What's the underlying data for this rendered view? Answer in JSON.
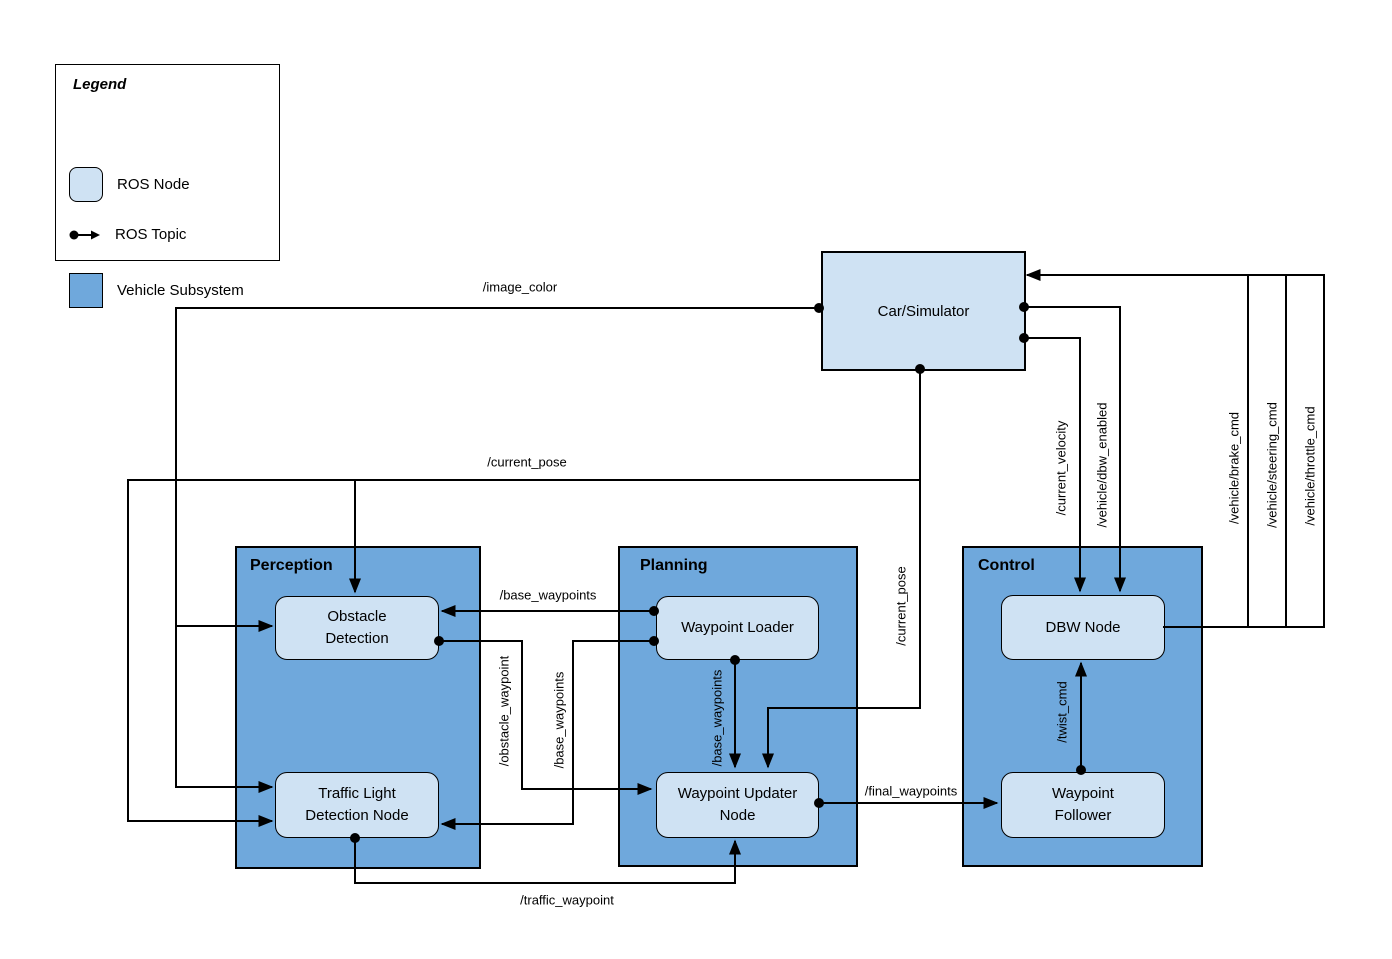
{
  "legend": {
    "title": "Legend",
    "items": [
      {
        "label": "ROS Node",
        "swatch": "ros-node-swatch"
      },
      {
        "label": "ROS Topic",
        "swatch": "ros-topic-glyph"
      },
      {
        "label": "Vehicle Subsystem",
        "swatch": "vehicle-subsystem-swatch"
      }
    ]
  },
  "subsystems": {
    "perception": {
      "label": "Perception"
    },
    "planning": {
      "label": "Planning"
    },
    "control": {
      "label": "Control"
    }
  },
  "nodes": {
    "car_simulator": {
      "label": "Car/Simulator"
    },
    "obstacle_detection": {
      "label": "Obstacle Detection"
    },
    "traffic_light_detection": {
      "label": "Traffic Light Detection Node"
    },
    "waypoint_loader": {
      "label": "Waypoint Loader"
    },
    "waypoint_updater": {
      "label": "Waypoint Updater Node"
    },
    "dbw_node": {
      "label": "DBW Node"
    },
    "waypoint_follower": {
      "label": "Waypoint Follower"
    }
  },
  "topics": {
    "image_color": "/image_color",
    "current_pose_h": "/current_pose",
    "current_pose_v": "/current_pose",
    "base_waypoints_top": "/base_waypoints",
    "base_waypoints_mid": "/base_waypoints",
    "base_waypoints_planning": "/base_waypoints",
    "obstacle_waypoint": "/obstacle_waypoint",
    "traffic_waypoint": "/traffic_waypoint",
    "final_waypoints": "/final_waypoints",
    "twist_cmd": "/twist_cmd",
    "current_velocity": "/current_velocity",
    "vehicle_dbw_enabled": "/vehicle/dbw_enabled",
    "vehicle_brake_cmd": "/vehicle/brake_cmd",
    "vehicle_steering_cmd": "/vehicle/steering_cmd",
    "vehicle_throttle_cmd": "/vehicle/throttle_cmd"
  },
  "colors": {
    "node_fill": "#cfe2f3",
    "subsystem_fill": "#6fa8dc",
    "line": "#000000",
    "background": "#ffffff"
  }
}
